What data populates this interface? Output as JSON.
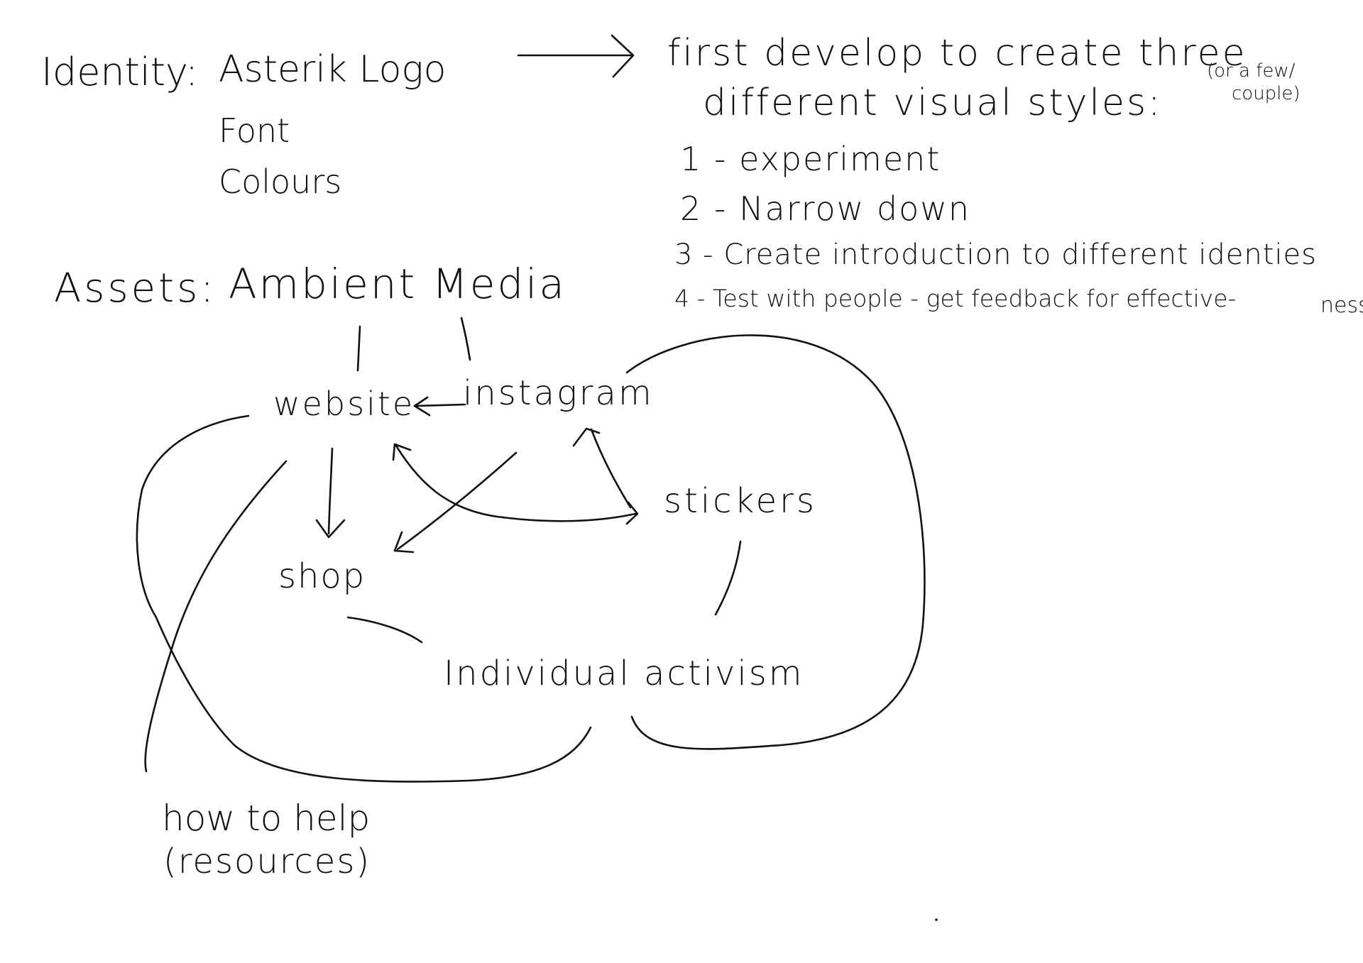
{
  "colors": {
    "ink": "#111111",
    "paper": "#ffffff"
  },
  "identity": {
    "heading": "Identity:",
    "items": [
      "Asterik Logo",
      "Font",
      "Colours"
    ]
  },
  "plan": {
    "intro_line1": "first develop to create three",
    "intro_line2": "different visual styles:",
    "aside_line1": "(or a few/",
    "aside_line2": "couple)",
    "steps": [
      "1 - experiment",
      "2 - Narrow down",
      "3 - Create introduction to different identies",
      "4 - Test with people - get feedback for effective-"
    ],
    "step4_wrap": "ness"
  },
  "assets": {
    "heading": "Assets:",
    "title": "Ambient Media"
  },
  "nodes": {
    "website": "website",
    "instagram": "instagram",
    "stickers": "stickers",
    "shop": "shop",
    "activism": "Individual activism",
    "help_line1": "how to help",
    "help_line2": "(resources)"
  }
}
